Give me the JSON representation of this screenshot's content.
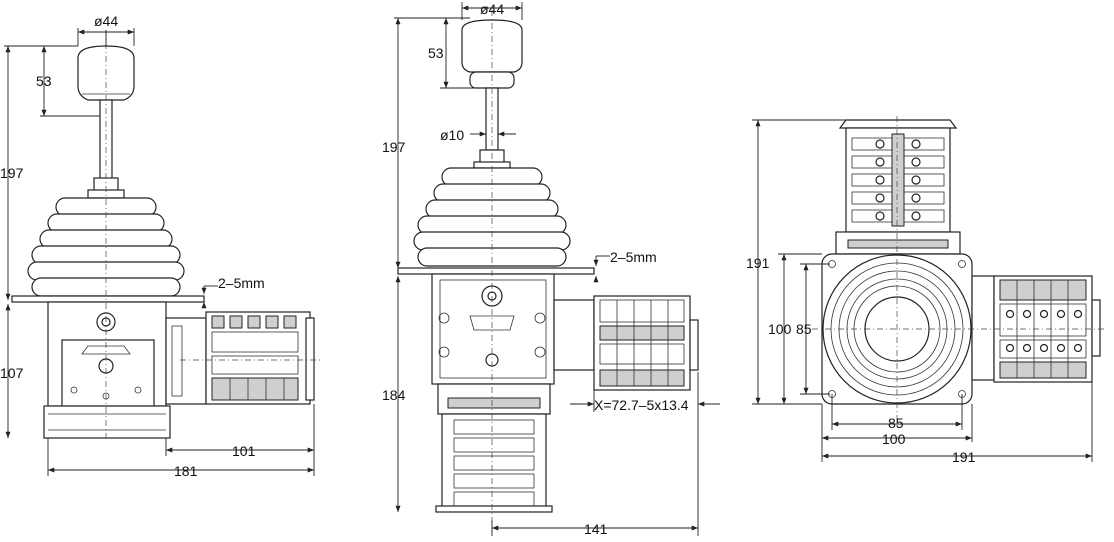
{
  "views": {
    "left": {
      "dims": {
        "knob_diameter": "ø44",
        "knob_height": "53",
        "upper_height": "197",
        "stroke": "2–5mm",
        "lower_height": "107",
        "module_width": "101",
        "overall_width": "181"
      }
    },
    "middle": {
      "dims": {
        "knob_diameter": "ø44",
        "knob_height": "53",
        "upper_height": "197",
        "shaft_diameter": "ø10",
        "stroke": "2–5mm",
        "lower_height": "184",
        "x_formula": "X=72.7–5x13.4",
        "overall_width": "141"
      }
    },
    "right": {
      "dims": {
        "overall_height": "191",
        "inner_height_a": "100",
        "inner_height_b": "85",
        "inner_width_a": "85",
        "inner_width_b": "100",
        "overall_width": "191"
      }
    }
  }
}
